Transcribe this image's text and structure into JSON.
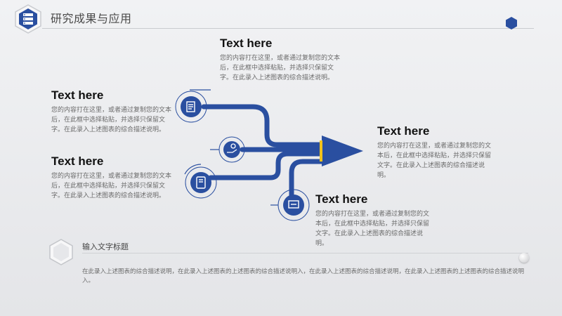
{
  "slide_title": "研究成果与应用",
  "icons": {
    "logo": "server-rack-icon",
    "node1": "document-list-icon",
    "node2": "hand-money-icon",
    "node3": "tablet-icon",
    "node4": "presentation-board-icon"
  },
  "blocks": [
    {
      "heading": "Text here",
      "body": "您的内容打在这里，或者通过复制您的文本后，在此框中选择粘贴，并选择只保留文字。在此录入上述图表的综合描述说明。"
    },
    {
      "heading": "Text here",
      "body": "您的内容打在这里，或者通过复制您的文本后，在此框中选择粘贴，并选择只保留文字。在此录入上述图表的综合描述说明。"
    },
    {
      "heading": "Text here",
      "body": "您的内容打在这里，或者通过复制您的文本后，在此框中选择粘贴，并选择只保留文字。在此录入上述图表的综合描述说明。"
    },
    {
      "heading": "Text here",
      "body": "您的内容打在这里，或者通过复制您的文本后，在此框中选择粘贴，并选择只保留文字。在此录入上述图表的综合描述说明。"
    },
    {
      "heading": "Text here",
      "body": "您的内容打在这里，或者通过复制您的文本后，在此框中选择粘贴，并选择只保留文字。在此录入上述图表的综合描述说明。"
    }
  ],
  "footer": {
    "title": "输入文字标题",
    "body": "在此录入上述图表的综合描述说明，在此录入上述图表的上述图表的综合描述说明入，在此录入上述图表的综合描述说明，在此录入上述图表的上述图表的综合描述说明入。"
  },
  "colors": {
    "primary": "#2a4fa0",
    "accent": "#f2c21b",
    "text_dark": "#111111",
    "text_muted": "#6b6b6b"
  }
}
